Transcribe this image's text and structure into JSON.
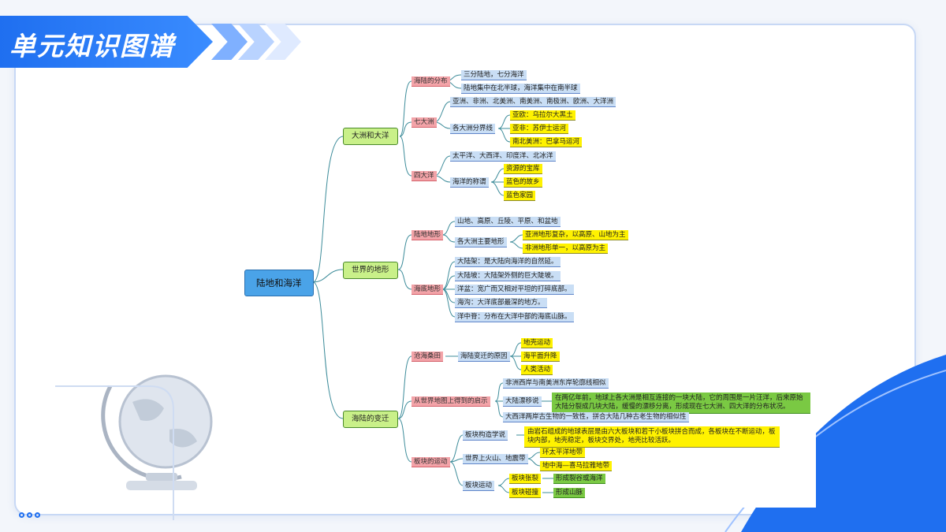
{
  "header": {
    "title": "单元知识图谱",
    "accent_color": "#1f6ff0"
  },
  "mindmap": {
    "root": "陆地和海洋",
    "b1": {
      "label": "大洲和大洋",
      "c1": {
        "label": "海陆的分布",
        "items": [
          "三分陆地，七分海洋",
          "陆地集中在北半球，海洋集中在南半球"
        ]
      },
      "c2": {
        "label": "七大洲",
        "item": "亚洲、非洲、北美洲、南美洲、南极洲、欧洲、大洋洲",
        "sub": {
          "label": "各大洲分界线",
          "items": [
            "亚欧：乌拉尔大黑土",
            "亚非：苏伊士运河",
            "南北美洲：巴拿马运河"
          ]
        }
      },
      "c3": {
        "label": "四大洋",
        "item": "太平洋、大西洋、印度洋、北冰洋",
        "sub": {
          "label": "海洋的称谓",
          "items": [
            "资源的宝库",
            "蓝色的故乡",
            "蓝色家园"
          ]
        }
      }
    },
    "b2": {
      "label": "世界的地形",
      "c1": {
        "label": "陆地地形",
        "item": "山地、高原、丘陵、平原、和盆地",
        "sub": {
          "label": "各大洲主要地形",
          "items": [
            "亚洲地形复杂，以高原、山地为主",
            "非洲地形单一，以高原为主"
          ]
        }
      },
      "c2": {
        "label": "海底地形",
        "items": [
          "大陆架：是大陆向海洋的自然延。",
          "大陆坡：大陆架外侧的巨大陡坡。",
          "洋盆：宽广而又相对平坦的打碎底部。",
          "海沟：大洋底部最深的地方。",
          "洋中脊：分布在大洋中部的海底山脉。"
        ]
      }
    },
    "b3": {
      "label": "海陆的变迁",
      "c1": {
        "label": "沧海桑田",
        "sub": {
          "label": "海陆变迁的原因",
          "items": [
            "地壳运动",
            "海平面升降",
            "人类活动"
          ]
        }
      },
      "c2": {
        "label": "从世界地图上得到的启示",
        "items": [
          "非洲西岸与南美洲东岸轮廓线相似",
          "大西洋两岸古生物的一致性，拼合大陆几种古老生物的相似性"
        ],
        "sub": {
          "label": "大陆漂移说",
          "detail": "在两亿年前，地球上各大洲是相互连接的一块大陆，它的周围是一片汪洋，后来原始大陆分裂成几块大陆，缓慢的漂移分离，形成现在七大洲、四大洋的分布状况。"
        }
      },
      "c3": {
        "label": "板块的运动",
        "s1": {
          "label": "板块构造学说",
          "detail": "由岩石组成的地球表层是由六大板块和若干小板块拼合而成，各板块在不断运动，板块内部，地壳稳定，板块交界处，地壳比较活跃。"
        },
        "s2": {
          "label": "世界上火山、地震带",
          "items": [
            "环太平洋地带",
            "地中海—喜马拉雅地带"
          ]
        },
        "s3": {
          "label": "板块运动",
          "pairs": [
            [
              "板块张裂",
              "形成裂谷或海洋"
            ],
            [
              "板块碰撞",
              "形成山脉"
            ]
          ]
        }
      }
    }
  }
}
